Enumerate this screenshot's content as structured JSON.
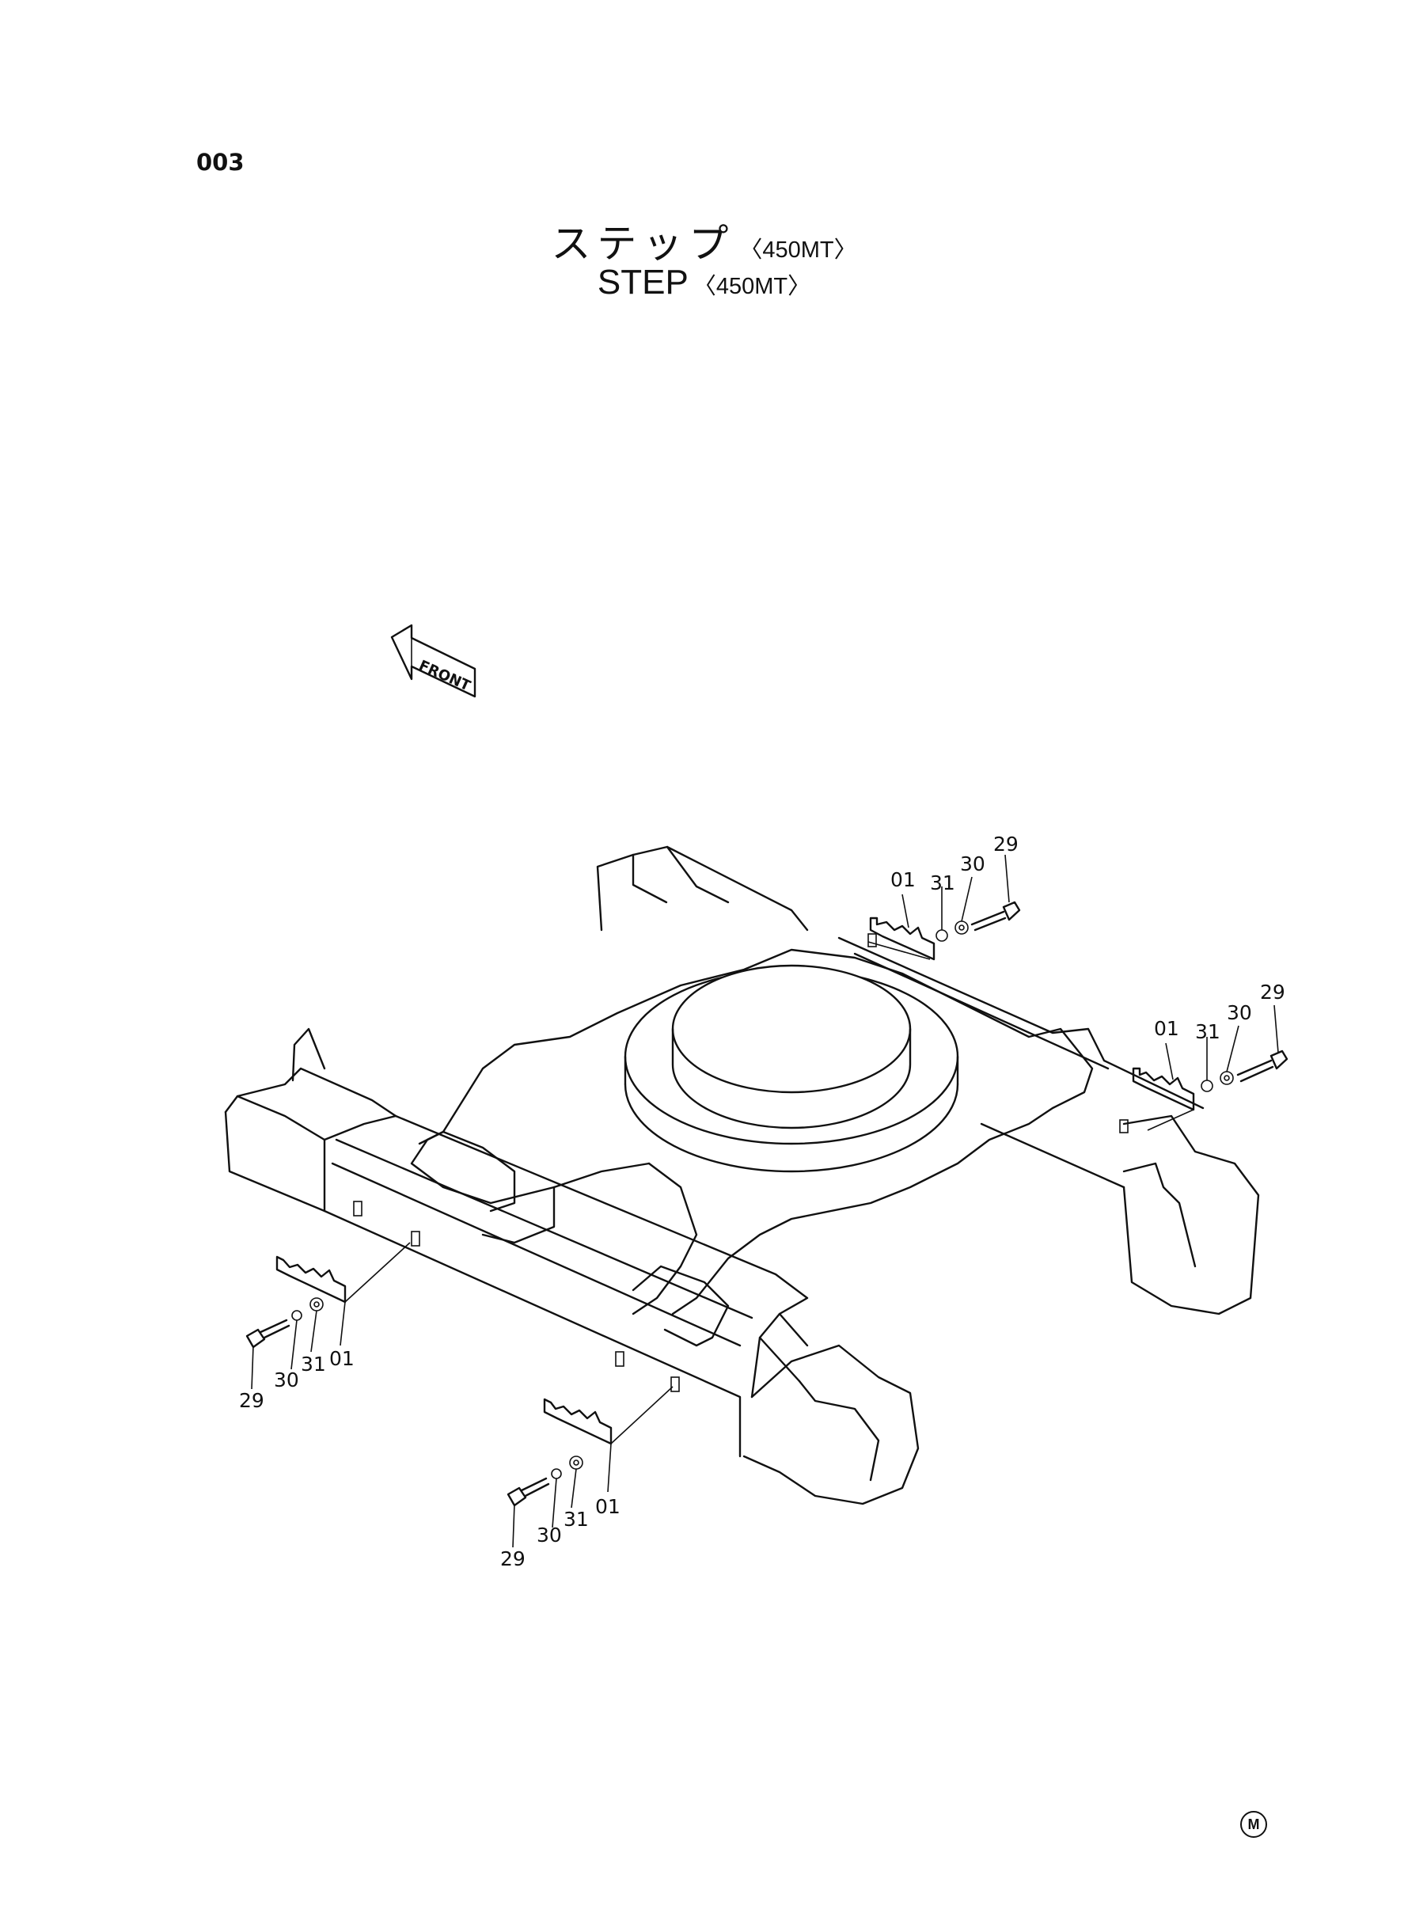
{
  "header": {
    "page_number": "003",
    "title_jp": "ステップ",
    "title_en": "STEP",
    "model": "〈450MT〉"
  },
  "front_arrow": {
    "label": "FRONT"
  },
  "parts": {
    "p01": "01",
    "p29": "29",
    "p30": "30",
    "p31": "31"
  },
  "footer": {
    "mark": "M"
  }
}
